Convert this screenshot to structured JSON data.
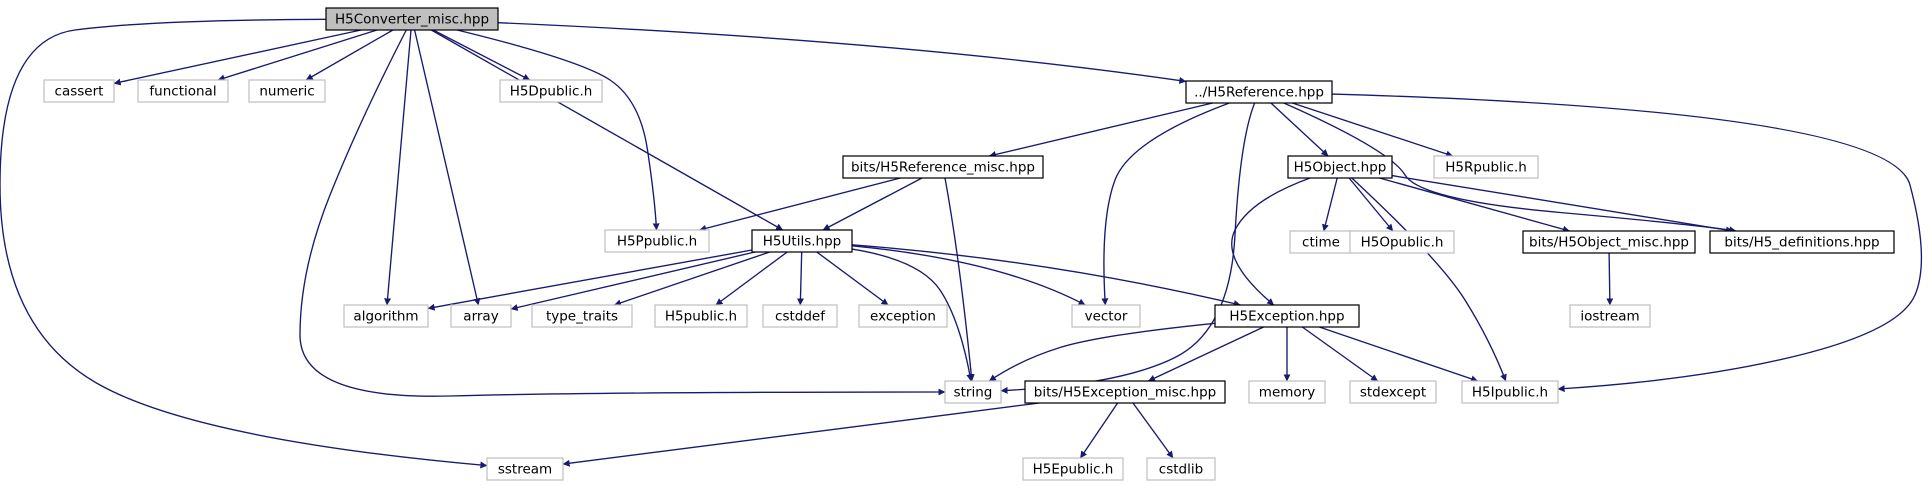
{
  "colors": {
    "edge": "#191970",
    "root_fill": "#bfbfbf",
    "documented_border": "#000000",
    "external_border": "#bfbfbf",
    "background": "#ffffff",
    "text": "#000000"
  },
  "nodes": {
    "root": {
      "label": "H5Converter_misc.hpp",
      "kind": "root"
    },
    "cassert": {
      "label": "cassert",
      "kind": "external"
    },
    "functional": {
      "label": "functional",
      "kind": "external"
    },
    "numeric": {
      "label": "numeric",
      "kind": "external"
    },
    "h5dpublic": {
      "label": "H5Dpublic.h",
      "kind": "external"
    },
    "h5reference": {
      "label": "../H5Reference.hpp",
      "kind": "documented"
    },
    "h5reference_misc": {
      "label": "bits/H5Reference_misc.hpp",
      "kind": "documented"
    },
    "h5object": {
      "label": "H5Object.hpp",
      "kind": "documented"
    },
    "h5rpublic": {
      "label": "H5Rpublic.h",
      "kind": "external"
    },
    "h5ppublic": {
      "label": "H5Ppublic.h",
      "kind": "external"
    },
    "h5utils": {
      "label": "H5Utils.hpp",
      "kind": "documented"
    },
    "ctime": {
      "label": "ctime",
      "kind": "external"
    },
    "h5opublic": {
      "label": "H5Opublic.h",
      "kind": "external"
    },
    "h5object_misc": {
      "label": "bits/H5Object_misc.hpp",
      "kind": "documented"
    },
    "h5_definitions": {
      "label": "bits/H5_definitions.hpp",
      "kind": "documented"
    },
    "algorithm": {
      "label": "algorithm",
      "kind": "external"
    },
    "array": {
      "label": "array",
      "kind": "external"
    },
    "type_traits": {
      "label": "type_traits",
      "kind": "external"
    },
    "h5public": {
      "label": "H5public.h",
      "kind": "external"
    },
    "cstddef": {
      "label": "cstddef",
      "kind": "external"
    },
    "exception": {
      "label": "exception",
      "kind": "external"
    },
    "vector": {
      "label": "vector",
      "kind": "external"
    },
    "h5exception": {
      "label": "H5Exception.hpp",
      "kind": "documented"
    },
    "iostream": {
      "label": "iostream",
      "kind": "external"
    },
    "string": {
      "label": "string",
      "kind": "external"
    },
    "h5exception_misc": {
      "label": "bits/H5Exception_misc.hpp",
      "kind": "documented"
    },
    "memory": {
      "label": "memory",
      "kind": "external"
    },
    "stdexcept": {
      "label": "stdexcept",
      "kind": "external"
    },
    "h5ipublic": {
      "label": "H5Ipublic.h",
      "kind": "external"
    },
    "sstream": {
      "label": "sstream",
      "kind": "external"
    },
    "h5epublic": {
      "label": "H5Epublic.h",
      "kind": "external"
    },
    "cstdlib": {
      "label": "cstdlib",
      "kind": "external"
    }
  },
  "edges": [
    [
      "root",
      "cassert"
    ],
    [
      "root",
      "functional"
    ],
    [
      "root",
      "numeric"
    ],
    [
      "root",
      "h5dpublic"
    ],
    [
      "root",
      "h5reference"
    ],
    [
      "root",
      "h5ppublic"
    ],
    [
      "root",
      "h5utils"
    ],
    [
      "root",
      "algorithm"
    ],
    [
      "root",
      "array"
    ],
    [
      "root",
      "string"
    ],
    [
      "root",
      "sstream"
    ],
    [
      "h5reference",
      "h5reference_misc"
    ],
    [
      "h5reference",
      "vector"
    ],
    [
      "h5reference",
      "string"
    ],
    [
      "h5reference",
      "h5object"
    ],
    [
      "h5reference",
      "h5rpublic"
    ],
    [
      "h5reference",
      "h5_definitions"
    ],
    [
      "h5reference",
      "h5ipublic"
    ],
    [
      "h5reference_misc",
      "h5ppublic"
    ],
    [
      "h5reference_misc",
      "h5utils"
    ],
    [
      "h5reference_misc",
      "string"
    ],
    [
      "h5object",
      "ctime"
    ],
    [
      "h5object",
      "h5opublic"
    ],
    [
      "h5object",
      "h5object_misc"
    ],
    [
      "h5object",
      "h5_definitions"
    ],
    [
      "h5object",
      "h5exception"
    ],
    [
      "h5object",
      "h5ipublic"
    ],
    [
      "h5object_misc",
      "iostream"
    ],
    [
      "h5utils",
      "algorithm"
    ],
    [
      "h5utils",
      "array"
    ],
    [
      "h5utils",
      "type_traits"
    ],
    [
      "h5utils",
      "h5public"
    ],
    [
      "h5utils",
      "cstddef"
    ],
    [
      "h5utils",
      "exception"
    ],
    [
      "h5utils",
      "vector"
    ],
    [
      "h5utils",
      "h5exception"
    ],
    [
      "h5utils",
      "string"
    ],
    [
      "h5exception",
      "string"
    ],
    [
      "h5exception",
      "h5exception_misc"
    ],
    [
      "h5exception",
      "memory"
    ],
    [
      "h5exception",
      "stdexcept"
    ],
    [
      "h5exception",
      "h5ipublic"
    ],
    [
      "h5exception_misc",
      "sstream"
    ],
    [
      "h5exception_misc",
      "h5epublic"
    ],
    [
      "h5exception_misc",
      "cstdlib"
    ]
  ]
}
